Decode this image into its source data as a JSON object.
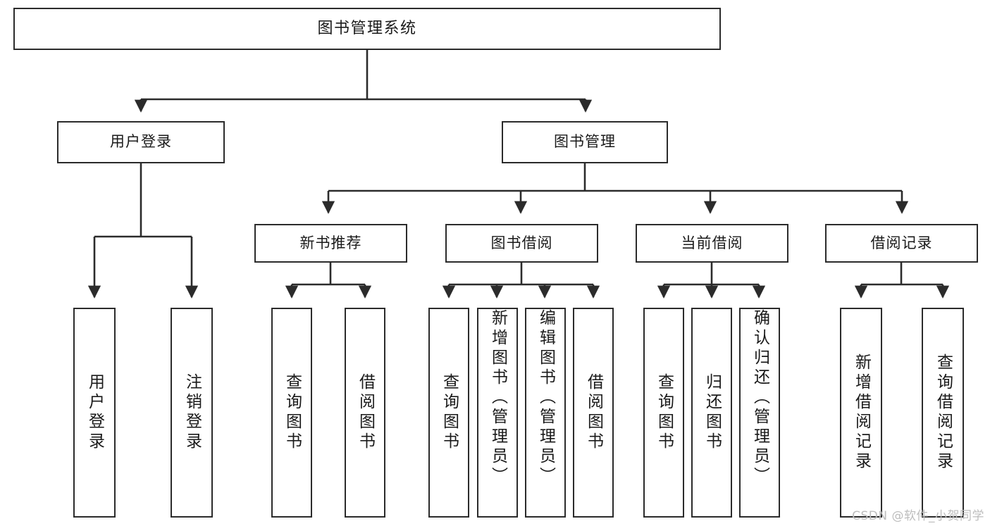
{
  "diagram": {
    "title": "图书管理系统",
    "watermark": "CSDN @软件_小贺同学",
    "stroke_color": "#2b2b2b",
    "background_color": "#ffffff",
    "text_color": "#1a1a1a",
    "watermark_color": "#bdbdbd"
  },
  "nodes": {
    "root": {
      "label": "图书管理系统"
    },
    "level2": [
      {
        "label": "用户登录"
      },
      {
        "label": "图书管理"
      }
    ],
    "level3": [
      {
        "label": "新书推荐"
      },
      {
        "label": "图书借阅"
      },
      {
        "label": "当前借阅"
      },
      {
        "label": "借阅记录"
      }
    ],
    "leaves": [
      {
        "label": "用户登录",
        "parent": "用户登录"
      },
      {
        "label": "注销登录",
        "parent": "用户登录"
      },
      {
        "label": "查询图书",
        "parent": "新书推荐"
      },
      {
        "label": "借阅图书",
        "parent": "新书推荐"
      },
      {
        "label": "查询图书",
        "parent": "图书借阅"
      },
      {
        "label": "新增图书（管理员）",
        "parent": "图书借阅"
      },
      {
        "label": "编辑图书（管理员）",
        "parent": "图书借阅"
      },
      {
        "label": "借阅图书",
        "parent": "图书借阅"
      },
      {
        "label": "查询图书",
        "parent": "当前借阅"
      },
      {
        "label": "归还图书",
        "parent": "当前借阅"
      },
      {
        "label": "确认归还（管理员）",
        "parent": "当前借阅"
      },
      {
        "label": "新增借阅记录",
        "parent": "借阅记录"
      },
      {
        "label": "查询借阅记录",
        "parent": "借阅记录"
      }
    ]
  }
}
